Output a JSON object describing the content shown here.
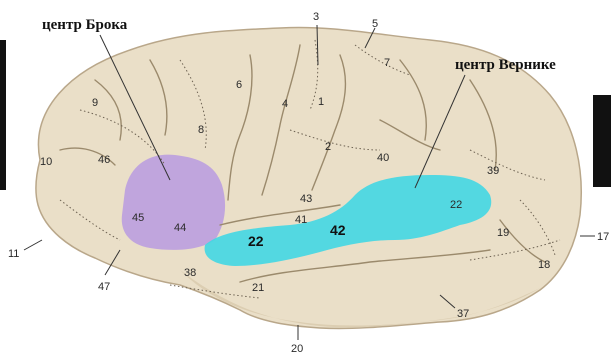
{
  "labels": {
    "broca": "центр Брока",
    "wernicke": "центр Вернике"
  },
  "colors": {
    "brain": "#eadfc8",
    "brain_shadow": "#d8c9ad",
    "broca_area": "#b89be0",
    "wernicke_area": "#43d7e3",
    "corner": "#111111"
  },
  "areas": [
    {
      "id": "a3",
      "text": "3"
    },
    {
      "id": "a5",
      "text": "5"
    },
    {
      "id": "a7",
      "text": "7"
    },
    {
      "id": "a6",
      "text": "6"
    },
    {
      "id": "a9",
      "text": "9"
    },
    {
      "id": "a4",
      "text": "4"
    },
    {
      "id": "a1",
      "text": "1"
    },
    {
      "id": "a8",
      "text": "8"
    },
    {
      "id": "a2",
      "text": "2"
    },
    {
      "id": "a40",
      "text": "40"
    },
    {
      "id": "a10",
      "text": "10"
    },
    {
      "id": "a46",
      "text": "46"
    },
    {
      "id": "a39",
      "text": "39"
    },
    {
      "id": "a43",
      "text": "43"
    },
    {
      "id": "a45",
      "text": "45"
    },
    {
      "id": "a44",
      "text": "44"
    },
    {
      "id": "a41",
      "text": "41"
    },
    {
      "id": "a42",
      "text": "42"
    },
    {
      "id": "a22a",
      "text": "22"
    },
    {
      "id": "a22b",
      "text": "22"
    },
    {
      "id": "a11",
      "text": "11"
    },
    {
      "id": "a17",
      "text": "17"
    },
    {
      "id": "a19",
      "text": "19"
    },
    {
      "id": "a47",
      "text": "47"
    },
    {
      "id": "a38",
      "text": "38"
    },
    {
      "id": "a21",
      "text": "21"
    },
    {
      "id": "a18",
      "text": "18"
    },
    {
      "id": "a37",
      "text": "37"
    },
    {
      "id": "a20",
      "text": "20"
    }
  ]
}
